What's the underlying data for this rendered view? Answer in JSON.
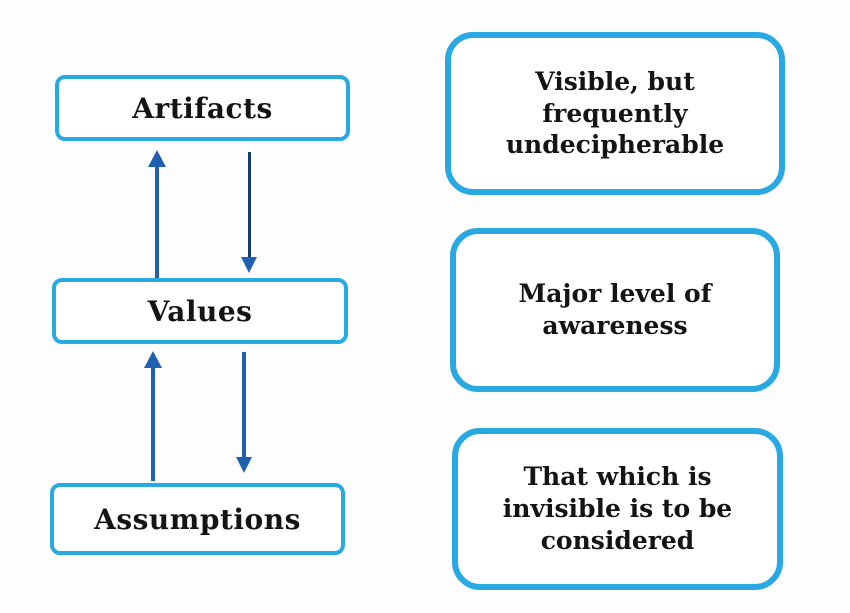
{
  "diagram": {
    "type": "levels-of-culture",
    "levels": [
      {
        "label": "Artifacts",
        "description_lines": [
          "Visible, but",
          "frequently",
          "undecipherable"
        ]
      },
      {
        "label": "Values",
        "description_lines": [
          "Major level of",
          "awareness"
        ]
      },
      {
        "label": "Assumptions",
        "description_lines": [
          "That which is",
          "invisible is to be",
          "considered"
        ]
      }
    ],
    "arrows": [
      {
        "from": "Values",
        "to": "Artifacts",
        "direction": "up"
      },
      {
        "from": "Artifacts",
        "to": "Values",
        "direction": "down"
      },
      {
        "from": "Assumptions",
        "to": "Values",
        "direction": "up"
      },
      {
        "from": "Values",
        "to": "Assumptions",
        "direction": "down"
      }
    ]
  },
  "colors": {
    "box_border": "#29a9e1",
    "arrow": "#2060b0",
    "arrow_dark": "#173d6f",
    "text": "#141414",
    "background": "#fdfdfd"
  }
}
